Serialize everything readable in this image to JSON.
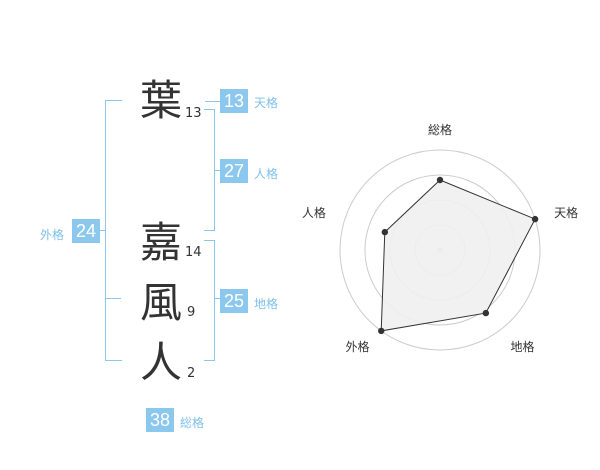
{
  "name": {
    "chars": [
      {
        "kanji": "葉",
        "strokes": "13"
      },
      {
        "kanji": "嘉",
        "strokes": "14"
      },
      {
        "kanji": "風",
        "strokes": "9"
      },
      {
        "kanji": "人",
        "strokes": "2"
      }
    ]
  },
  "fortune": {
    "tenkaku": {
      "value": "13",
      "label": "天格"
    },
    "jinkaku": {
      "value": "27",
      "label": "人格"
    },
    "chikaku": {
      "value": "25",
      "label": "地格"
    },
    "gaikaku": {
      "value": "24",
      "label": "外格"
    },
    "soukaku": {
      "value": "38",
      "label": "総格"
    }
  },
  "chart_data": {
    "type": "radar",
    "axes": [
      "総格",
      "天格",
      "地格",
      "外格",
      "人格"
    ],
    "values": [
      0.7,
      1.0,
      0.78,
      1.0,
      0.58
    ],
    "rings": 4,
    "colors": {
      "fill": "#f0f0f0",
      "line": "#333333",
      "ring": "#cccccc"
    }
  }
}
